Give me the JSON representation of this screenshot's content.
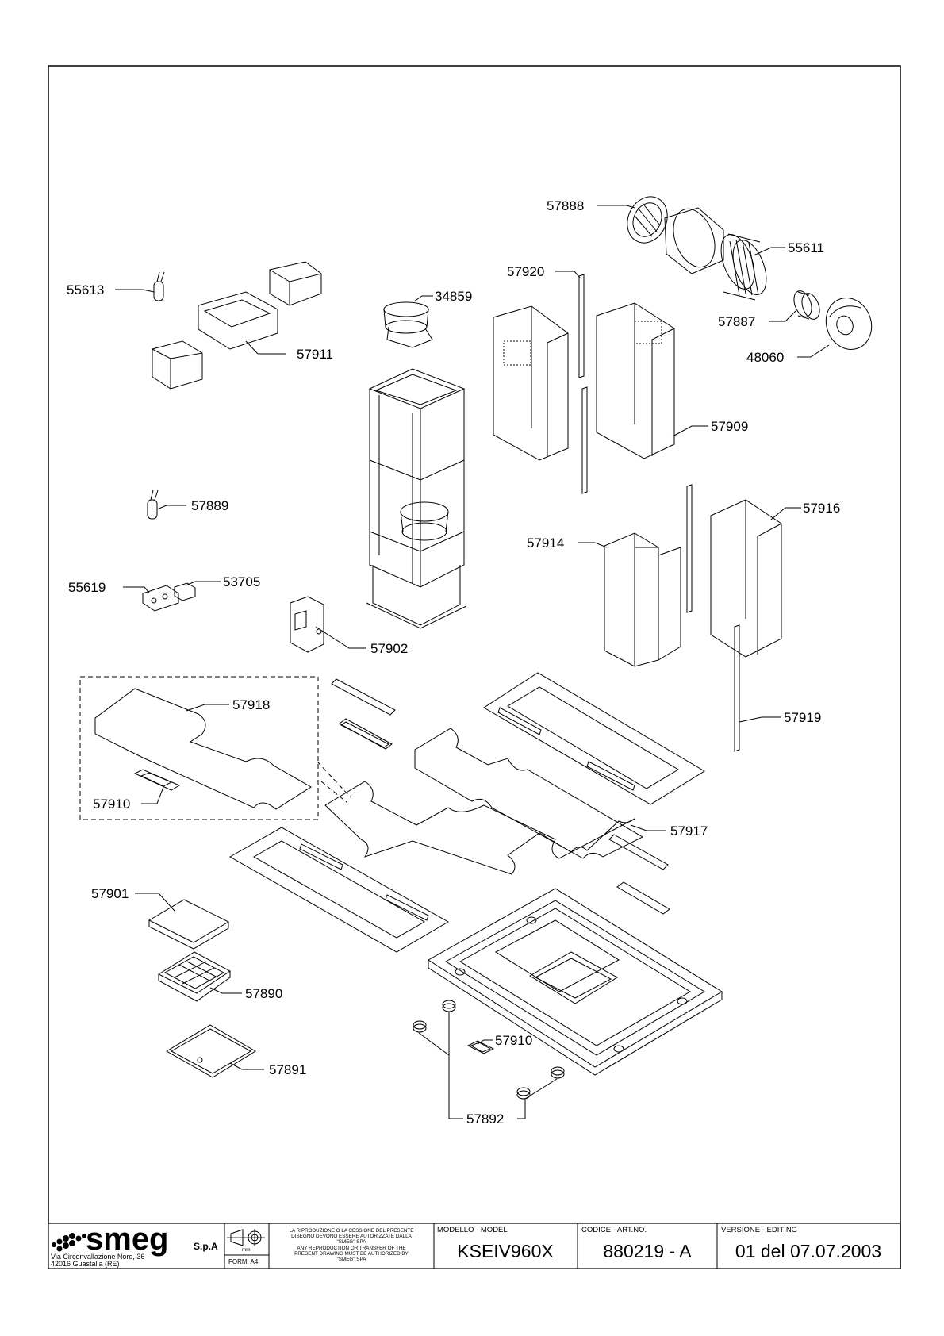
{
  "parts": {
    "p57888": "57888",
    "p55611": "55611",
    "p57920": "57920",
    "p34859": "34859",
    "p55613": "55613",
    "p57887": "57887",
    "p57911": "57911",
    "p48060": "48060",
    "p57909": "57909",
    "p57889": "57889",
    "p57916": "57916",
    "p57914": "57914",
    "p55619": "55619",
    "p53705": "53705",
    "p57902": "57902",
    "p57918": "57918",
    "p57919": "57919",
    "p57910a": "57910",
    "p57917": "57917",
    "p57901": "57901",
    "p57890": "57890",
    "p57910b": "57910",
    "p57891": "57891",
    "p57892": "57892"
  },
  "title_block": {
    "brand": "smeg",
    "brand_suffix": "S.p.A",
    "address_line1": "Via Circonvallazione Nord, 36",
    "address_line2": "42016  Guastalla (RE)",
    "symbol_unit": "mm",
    "form": "FORM. A4",
    "notice_it_1": "LA RIPRODUZIONE O LA CESSIONE DEL PRESENTE",
    "notice_it_2": "DISEGNO DEVONO ESSERE AUTORIZZATE DALLA",
    "notice_it_3": "\"SMEG\" SPA",
    "notice_en_1": "ANY REPRODUCTION OR TRANSFER OF THE",
    "notice_en_2": "PRESENT DRAWING MUST BE AUTHORIZED BY",
    "notice_en_3": "\"SMEG\" SPA",
    "model_header": "MODELLO - MODEL",
    "model_value": "KSEIV960X",
    "code_header": "CODICE - ART.NO.",
    "code_value": "880219 - A",
    "version_header": "VERSIONE - EDITING",
    "version_value": "01 del 07.07.2003"
  }
}
